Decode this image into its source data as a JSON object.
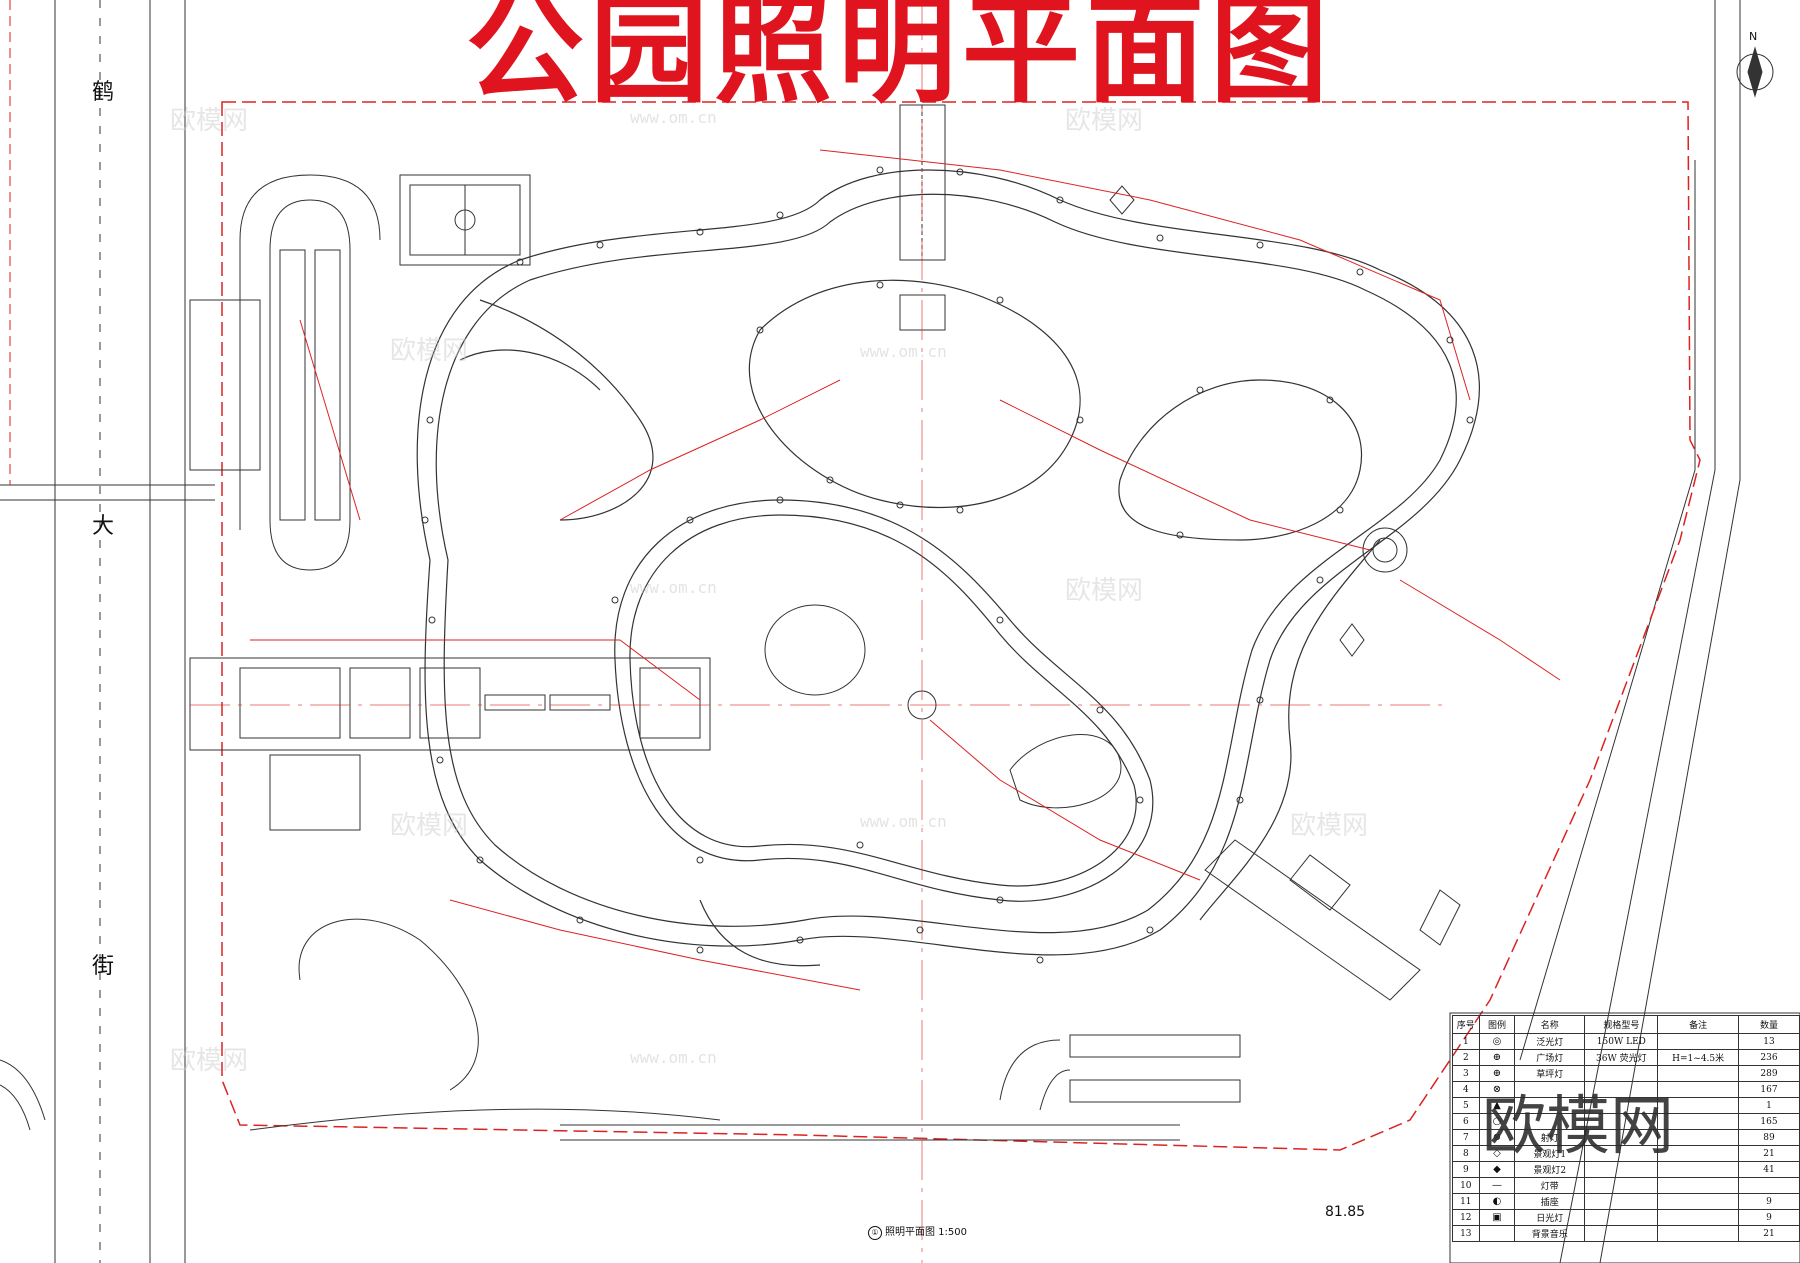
{
  "title": "公园照明平面图",
  "streets": {
    "c1": "鹤",
    "c2": "大",
    "c3": "街"
  },
  "elevation": "81.85",
  "scale_caption": {
    "num": "①",
    "text": "照明平面图 1:500"
  },
  "north": "N",
  "brand": "欧模网",
  "watermark": {
    "text": "欧模网",
    "url": "www.om.cn"
  },
  "legend": {
    "headers": {
      "no": "序号",
      "symbol": "图例",
      "name": "名称",
      "spec": "规格型号",
      "note": "备注",
      "qty": "数量"
    },
    "rows": [
      {
        "no": "1",
        "symbol": "◎",
        "name": "泛光灯",
        "spec": "150W LED",
        "note": "",
        "qty": "13"
      },
      {
        "no": "2",
        "symbol": "⊕",
        "name": "广场灯",
        "spec": "36W 荧光灯",
        "note": "H=1~4.5米",
        "qty": "236"
      },
      {
        "no": "3",
        "symbol": "⊕",
        "name": "草坪灯",
        "spec": "",
        "note": "",
        "qty": "289"
      },
      {
        "no": "4",
        "symbol": "⊗",
        "name": "",
        "spec": "",
        "note": "",
        "qty": "167"
      },
      {
        "no": "5",
        "symbol": "▲",
        "name": "",
        "spec": "",
        "note": "",
        "qty": "1"
      },
      {
        "no": "6",
        "symbol": "○",
        "name": "",
        "spec": "",
        "note": "",
        "qty": "165"
      },
      {
        "no": "7",
        "symbol": "⊗",
        "name": "射灯",
        "spec": "",
        "note": "",
        "qty": "89"
      },
      {
        "no": "8",
        "symbol": "◇",
        "name": "景观灯1",
        "spec": "",
        "note": "",
        "qty": "21"
      },
      {
        "no": "9",
        "symbol": "◆",
        "name": "景观灯2",
        "spec": "",
        "note": "",
        "qty": "41"
      },
      {
        "no": "10",
        "symbol": "—",
        "name": "灯带",
        "spec": "",
        "note": "",
        "qty": ""
      },
      {
        "no": "11",
        "symbol": "◐",
        "name": "插座",
        "spec": "",
        "note": "",
        "qty": "9"
      },
      {
        "no": "12",
        "symbol": "▣",
        "name": "日光灯",
        "spec": "",
        "note": "",
        "qty": "9"
      },
      {
        "no": "13",
        "symbol": "",
        "name": "背景音乐",
        "spec": "",
        "note": "",
        "qty": "21"
      }
    ]
  }
}
